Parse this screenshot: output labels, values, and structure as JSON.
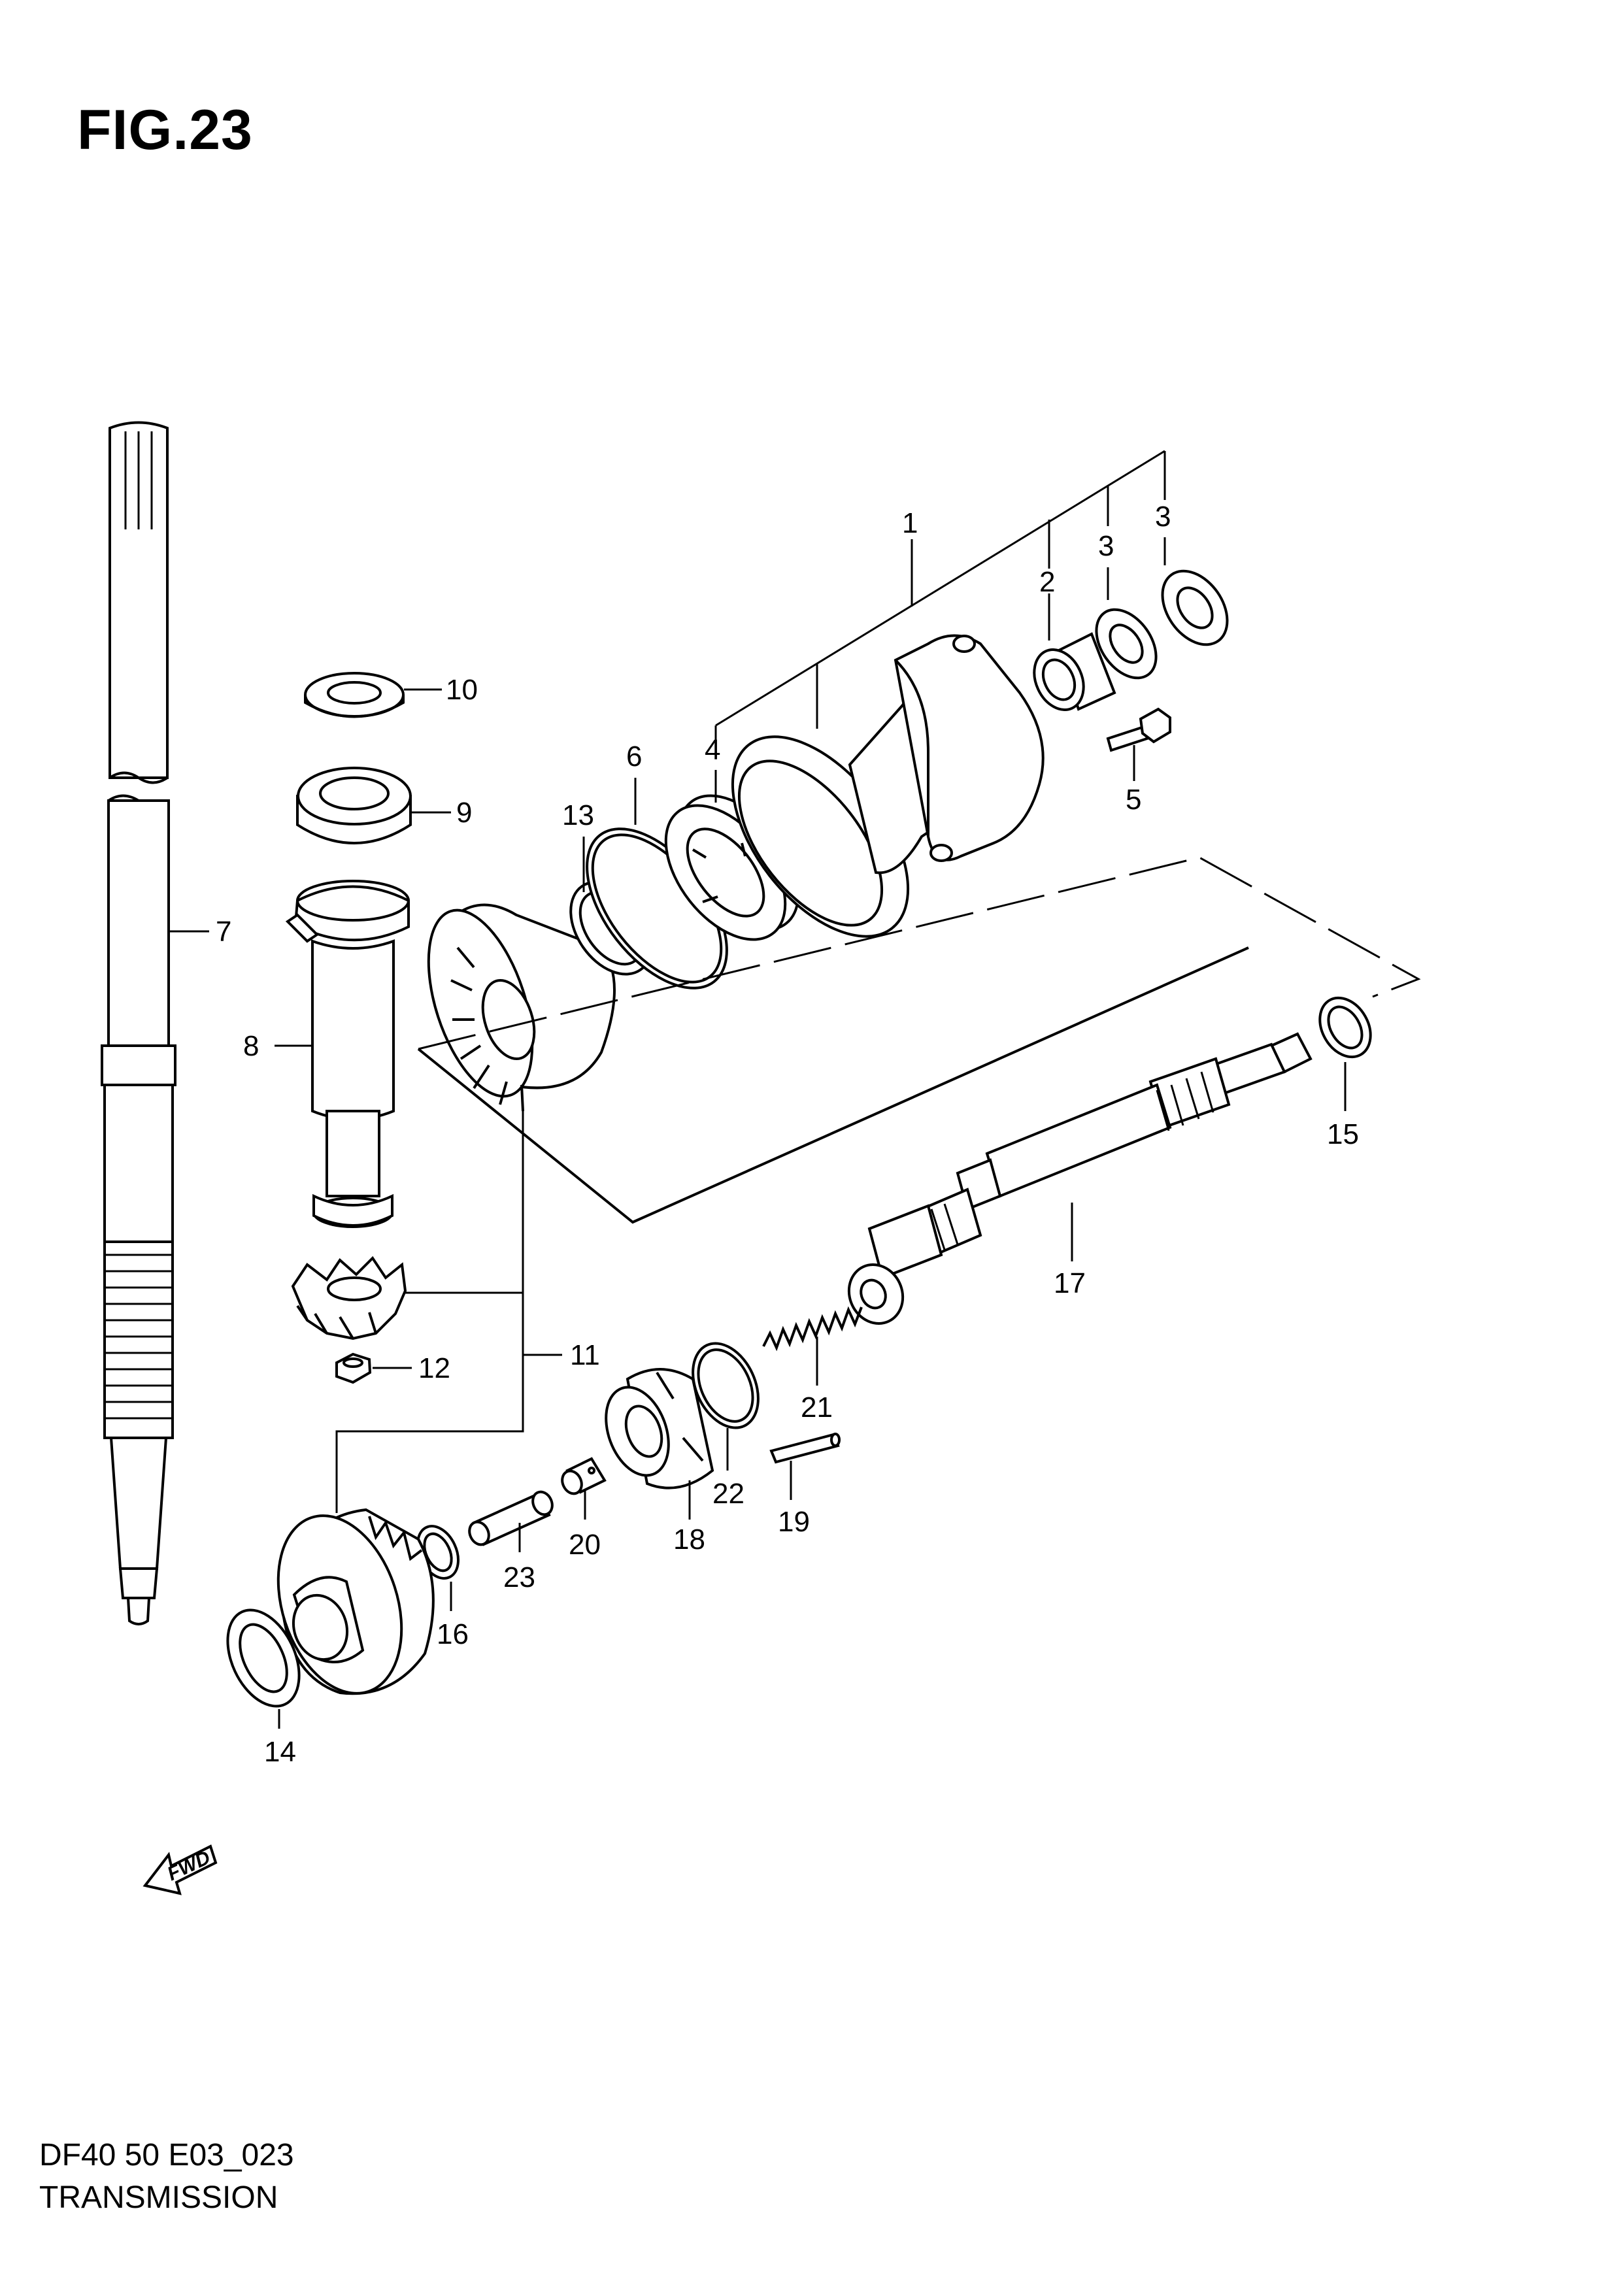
{
  "figure": {
    "title": "FIG.23"
  },
  "footer": {
    "code": "DF40 50 E03_023",
    "name": "TRANSMISSION"
  },
  "fwd_arrow": {
    "text": "FWD"
  },
  "callouts": {
    "c1": "1",
    "c2": "2",
    "c3a": "3",
    "c3b": "3",
    "c4": "4",
    "c5": "5",
    "c6": "6",
    "c7": "7",
    "c8": "8",
    "c9": "9",
    "c10": "10",
    "c11": "11",
    "c12": "12",
    "c13": "13",
    "c14": "14",
    "c15": "15",
    "c16": "16",
    "c17": "17",
    "c18": "18",
    "c19": "19",
    "c20": "20",
    "c21": "21",
    "c22": "22",
    "c23": "23"
  }
}
